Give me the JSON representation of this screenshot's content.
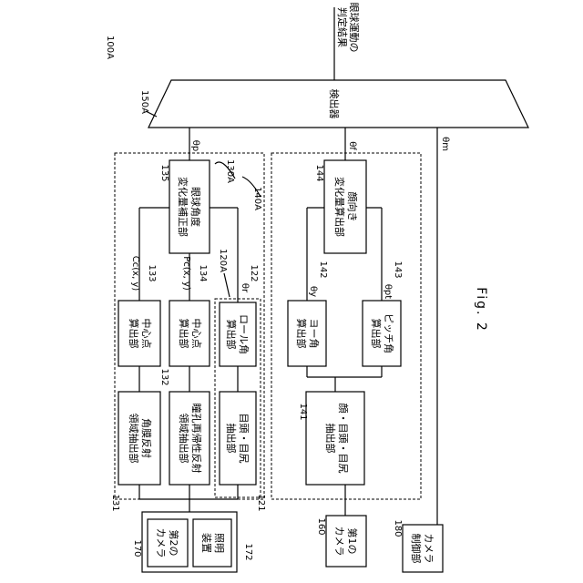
{
  "figure": {
    "label": "Fig. 2",
    "ref_main": "100A"
  },
  "output": {
    "line1": "眼球運動の",
    "line2": "判定結果"
  },
  "detector": {
    "label": "検出器",
    "ref": "150A"
  },
  "signals": {
    "theta_p": "θp",
    "theta_f": "θf",
    "theta_m": "θm",
    "theta_r": "θr",
    "theta_y": "θy",
    "theta_pt": "θpt",
    "cc": "Cc(x, y)",
    "pc": "Pc(x, y)"
  },
  "groups": {
    "g130": "130A",
    "g140": "140A",
    "g120": "120A"
  },
  "blocks": {
    "b135": {
      "ref": "135",
      "line1": "眼球角度",
      "line2": "変化量補正部"
    },
    "b133": {
      "ref": "133",
      "line1": "中心点",
      "line2": "算出部"
    },
    "b134": {
      "ref": "134",
      "line1": "中心点",
      "line2": "算出部"
    },
    "b122": {
      "ref": "122",
      "line1": "ロール角",
      "line2": "算出部"
    },
    "b132": {
      "ref": "132"
    },
    "b131": {
      "ref": "131",
      "line1": "角膜反射",
      "line2": "領域抽出部"
    },
    "b132box": {
      "line1": "瞳孔再帰性反射",
      "line2": "領域抽出部"
    },
    "b121": {
      "ref": "121",
      "line1": "目頭・目尻",
      "line2": "抽出部"
    },
    "b144": {
      "ref": "144",
      "line1": "顔向き",
      "line2": "変化量算出部"
    },
    "b142": {
      "ref": "142",
      "line1": "ヨー角",
      "line2": "算出部"
    },
    "b143": {
      "ref": "143",
      "line1": "ピッチ角",
      "line2": "算出部"
    },
    "b141": {
      "ref": "141",
      "line1": "顔・目頭・目尻",
      "line2": "抽出部"
    },
    "b170": {
      "ref": "170",
      "line1": "第2の",
      "line2": "カメラ"
    },
    "b172": {
      "ref": "172",
      "line1": "照明",
      "line2": "装置"
    },
    "b160": {
      "ref": "160",
      "line1": "第1の",
      "line2": "カメラ"
    },
    "b180": {
      "ref": "180",
      "line1": "カメラ",
      "line2": "制御部"
    }
  }
}
